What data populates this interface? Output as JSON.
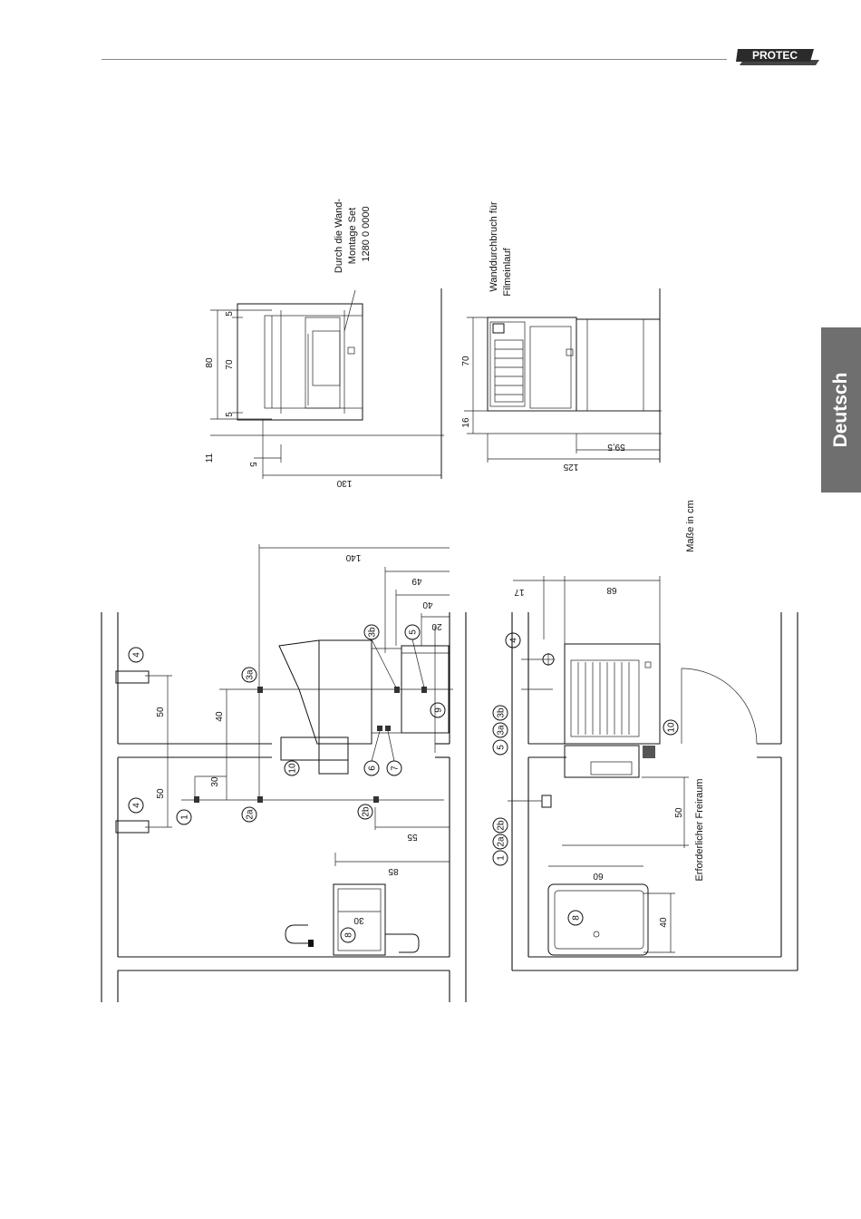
{
  "header": {
    "brand": "PROTEC"
  },
  "sidebar_tab": {
    "label": "Deutsch"
  },
  "plan_labels": {
    "wall_mount_line1": "Durch die Wand-",
    "wall_mount_line2": "Montage Set",
    "wall_mount_line3": "1280 0 0000",
    "wall_opening_line1": "Wanddurchbruch für",
    "wall_opening_line2": "Filmeinlauf",
    "units": "Maße in cm",
    "clearance": "Erforderlicher Freiraum"
  },
  "dimensions": {
    "d80": "80",
    "d70a": "70",
    "d5a": "5",
    "d5b": "5",
    "d11": "11",
    "d5c": "5",
    "d130": "130",
    "d70b": "70",
    "d16": "16",
    "d59_5": "59,5",
    "d125": "125",
    "d140": "140",
    "d49": "49",
    "d40a": "40",
    "d20": "20",
    "d50a": "50",
    "d40b": "40",
    "d50b": "50",
    "d30a": "30",
    "d55": "55",
    "d85": "85",
    "d30b": "30",
    "d17": "17",
    "d68": "68",
    "d50c": "50",
    "d60": "60",
    "d40c": "40"
  },
  "callouts": {
    "c1": "1",
    "c2a": "2a",
    "c2b": "2b",
    "c3a": "3a",
    "c3b": "3b",
    "c4a": "4",
    "c4b": "4",
    "c5": "5",
    "c6": "6",
    "c7": "7",
    "c8": "8",
    "c9": "9",
    "c10": "10",
    "c1b": "1",
    "c2a_b": "2a",
    "c2b_b": "2b",
    "c5b": "5",
    "c3a_b": "3a",
    "c3b_b": "3b",
    "c4c": "4",
    "c10b": "10",
    "c8b": "8"
  }
}
